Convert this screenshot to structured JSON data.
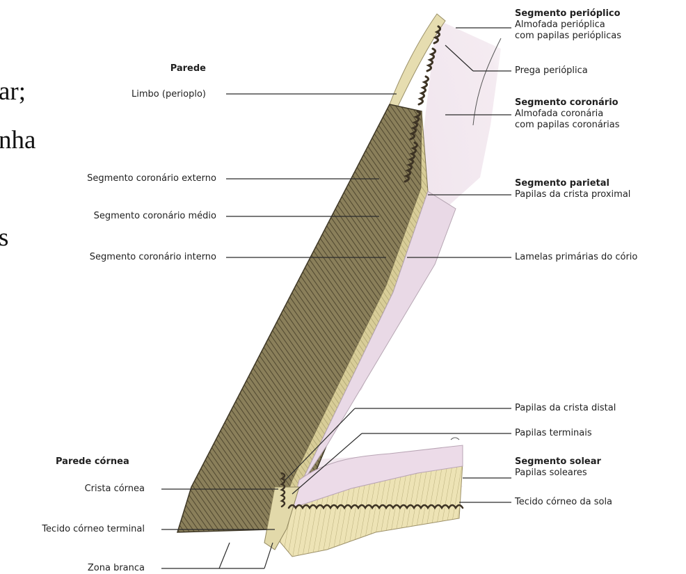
{
  "left_fragments": [
    "ar;",
    "nha",
    "s"
  ],
  "left_labels": {
    "parede_title": "Parede",
    "limbo": "Limbo (perioplo)",
    "seg_coronario_externo": "Segmento coronário externo",
    "seg_coronario_medio": "Segmento coronário médio",
    "seg_coronario_interno": "Segmento coronário interno",
    "parede_cornea_title": "Parede córnea",
    "crista_cornea": "Crista córnea",
    "tecido_corneo_terminal": "Tecido córneo terminal",
    "zona_branca": "Zona branca"
  },
  "right_labels": {
    "seg_perioplico_title": "Segmento perióplico",
    "almofada_perioplica": "Almofada perióplica",
    "com_papilas_perioplicas": "com papilas perióplicas",
    "prega_perioplica": "Prega perióplica",
    "seg_coronario_title": "Segmento coronário",
    "almofada_coronaria": "Almofada coronária",
    "com_papilas_coronarias": "com papilas coronárias",
    "seg_parietal_title": "Segmento parietal",
    "papilas_crista_proximal": "Papilas da crista proximal",
    "lamelas_primarias": "Lamelas primárias do cório",
    "papilas_crista_distal": "Papilas da crista distal",
    "papilas_terminais": "Papilas terminais",
    "seg_solear_title": "Segmento solear",
    "papilas_soleares": "Papilas soleares",
    "tecido_corneo_sola": "Tecido córneo da sola"
  },
  "colors": {
    "horn_dark": "#6f6446",
    "horn_mid": "#8f8460",
    "horn_light": "#e9e0b0",
    "corium_pink": "#efe2ec",
    "papilla_dark": "#3d3324",
    "leader_line": "#2b2b2b"
  }
}
